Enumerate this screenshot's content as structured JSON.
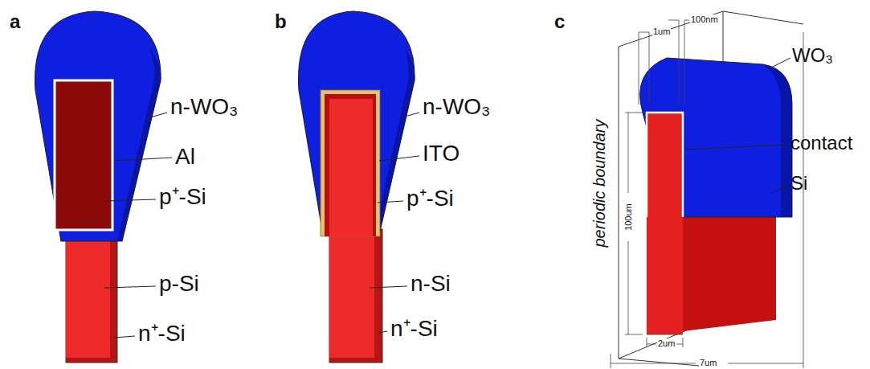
{
  "diagram": {
    "labels": [
      "a",
      "n-WO₃",
      "Al",
      "p⁺-Si",
      "p-Si",
      "n⁺-Si",
      "b",
      "n-WO₃",
      "ITO",
      "p⁺-Si",
      "n-Si",
      "n⁺-Si",
      "c",
      "1um",
      "100nm",
      "periodic boundary",
      "WO₃",
      "contact",
      "Si",
      "100um",
      "2um",
      "7um"
    ]
  }
}
